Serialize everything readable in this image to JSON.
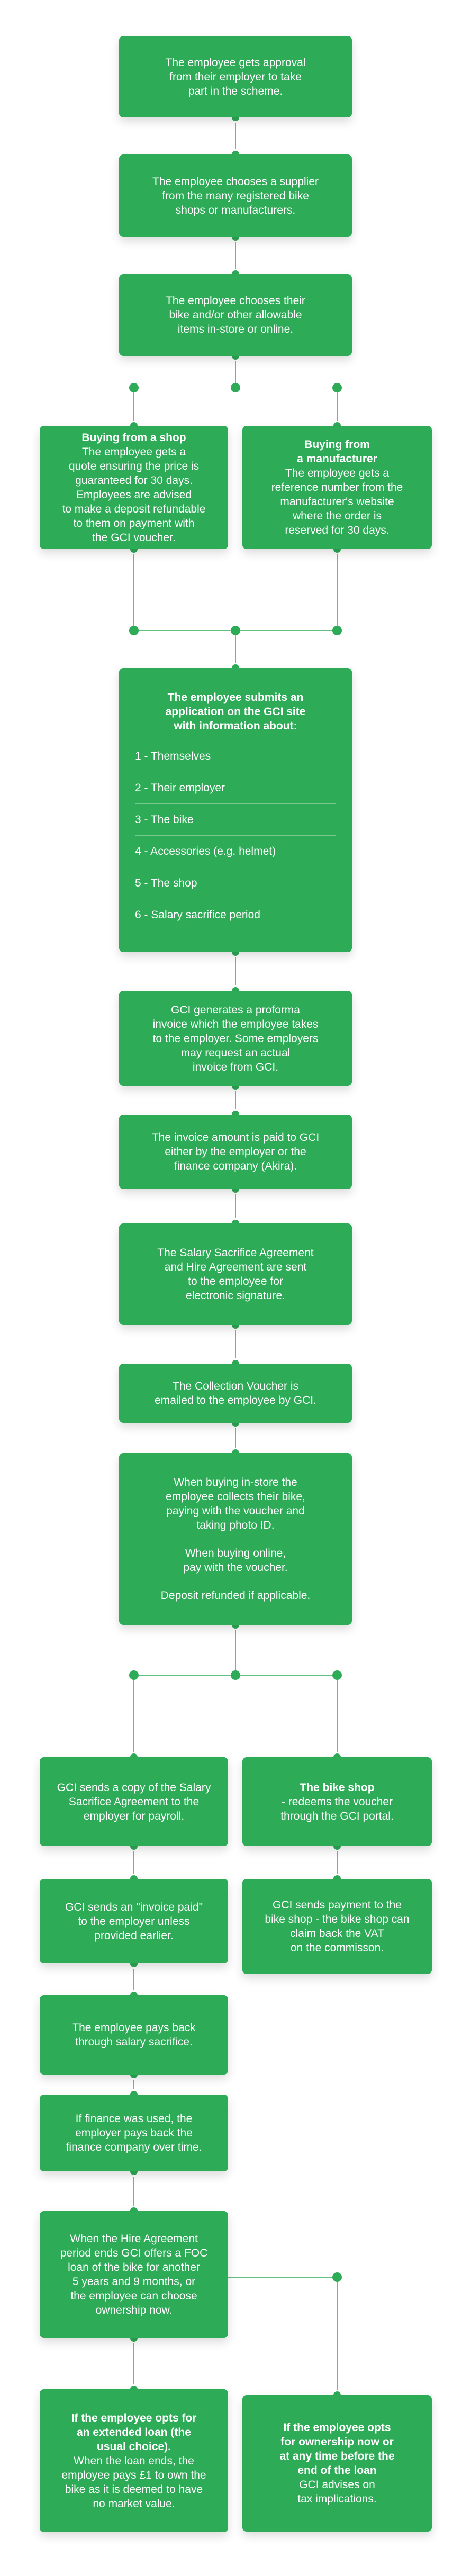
{
  "colors": {
    "green": "#2eab57",
    "connector": "#2eab57",
    "background": "#ffffff"
  },
  "steps": {
    "approval": [
      "The employee gets approval",
      "from their employer to take",
      "part in the scheme."
    ],
    "supplier": [
      "The employee chooses a supplier",
      "from the many registered bike",
      "shops or manufacturers."
    ],
    "choose_bike": [
      "The employee chooses their",
      "bike and/or other allowable",
      "items in-store or online."
    ],
    "shop": {
      "title": "Buying from a shop",
      "lines": [
        "The employee gets a",
        "quote ensuring the price is",
        "guaranteed for 30 days.",
        "Employees are advised",
        "to make a deposit refundable",
        "to them on payment with",
        "the GCI voucher."
      ]
    },
    "manufacturer": {
      "title": [
        "Buying from",
        "a manufacturer"
      ],
      "lines": [
        "The employee gets a",
        "reference number from the",
        "manufacturer's website",
        "where the order is",
        "reserved for 30 days."
      ]
    },
    "application": {
      "title": [
        "The employee submits an",
        "application on the GCI site",
        "with information about:"
      ],
      "items": [
        "1 - Themselves",
        "2 - Their employer",
        "3 - The bike",
        "4 - Accessories (e.g. helmet)",
        "5 - The shop",
        "6 - Salary sacrifice period"
      ]
    },
    "proforma": [
      "GCI generates a proforma",
      "invoice which the employee takes",
      "to the employer. Some employers",
      "may request an actual",
      "invoice from GCI."
    ],
    "invoice_paid": [
      "The invoice amount is paid to GCI",
      "either by the employer or the",
      "finance company (Akira)."
    ],
    "agreements": [
      "The Salary Sacrifice Agreement",
      "and Hire Agreement are sent",
      "to the employee for",
      "electronic signature."
    ],
    "voucher": [
      "The Collection Voucher is",
      "emailed to the employee by GCI."
    ],
    "collect": {
      "p1": [
        "When buying in-store the",
        "employee collects their bike,",
        "paying with the voucher and",
        "taking photo ID."
      ],
      "p2": [
        "When buying online,",
        "pay with the voucher."
      ],
      "p3": [
        "Deposit refunded if applicable."
      ]
    },
    "payroll": [
      "GCI sends a copy of the Salary",
      "Sacrifice Agreement to the",
      "employer for payroll."
    ],
    "bike_shop": {
      "title": "The bike shop",
      "lines": [
        "- redeems the voucher",
        "through the GCI portal."
      ]
    },
    "invoice_paid_note": [
      "GCI sends an \"invoice paid\"",
      "to the employer unless",
      "provided earlier."
    ],
    "send_payment": [
      "GCI sends payment to the",
      "bike shop - the bike shop can",
      "claim back the VAT",
      "on the commisson."
    ],
    "pays_back": [
      "The employee pays back",
      "through salary sacrifice."
    ],
    "finance": [
      "If finance was used, the",
      "employer pays back the",
      "finance company over time."
    ],
    "hire_end": [
      "When the Hire Agreement",
      "period ends GCI offers a FOC",
      "loan of the bike for another",
      "5 years and 9 months, or",
      "the employee can choose",
      "ownership now."
    ],
    "extended": {
      "title": [
        "If the employee opts for",
        "an extended loan (the",
        "usual choice)."
      ],
      "lines": [
        "When the loan ends, the",
        "employee pays £1 to own the",
        "bike as it is deemed to have",
        "no market value."
      ]
    },
    "ownership": {
      "title": [
        "If the employee opts",
        "for ownership now or",
        "at any time before the",
        "end of the loan"
      ],
      "lines": [
        "GCI advises on",
        "tax implications."
      ]
    }
  }
}
